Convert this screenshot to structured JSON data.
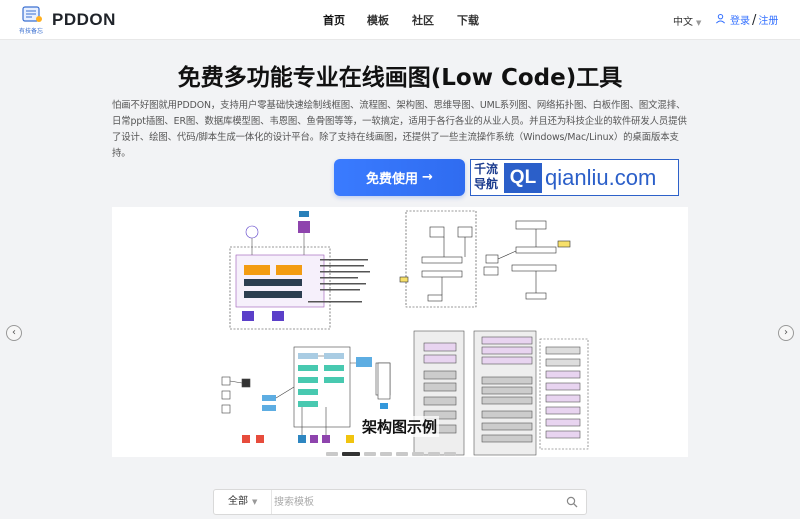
{
  "header": {
    "logo_caption": "有技备忘",
    "brand": "PDDON",
    "nav": [
      {
        "label": "首页",
        "active": true
      },
      {
        "label": "模板",
        "active": false
      },
      {
        "label": "社区",
        "active": false
      },
      {
        "label": "下载",
        "active": false
      }
    ],
    "language": "中文",
    "login": "登录",
    "register": "注册"
  },
  "hero": {
    "title": "免费多功能专业在线画图(Low Code)工具",
    "description": "怕画不好图就用PDDON，支持用户零基础快速绘制线框图、流程图、架构图、思维导图、UML系列图、网络拓扑图、白板作图、图文混排、日常ppt插图、ER图、数据库模型图、韦恩图、鱼骨图等等，一软搞定，适用于各行各业的从业人员。并且还为科技企业的软件研发人员提供了设计、绘图、代码/脚本生成一体化的设计平台。除了支持在线画图，还提供了一些主流操作系统（Windows/Mac/Linux）的桌面版本支持。",
    "cta_label": "免费使用",
    "cta_arrow": "→"
  },
  "ad": {
    "chinese": "千流导航",
    "badge": "QL",
    "domain": "qianliu.com"
  },
  "carousel": {
    "caption": "架构图示例",
    "prev_icon": "‹",
    "next_icon": "›",
    "slide_count": 8,
    "active_index": 1
  },
  "search": {
    "category": "全部",
    "placeholder": "搜索模板",
    "value": ""
  },
  "colors": {
    "accent": "#3370ff",
    "cta": "#3a7bff",
    "background": "#f2f3f5"
  }
}
